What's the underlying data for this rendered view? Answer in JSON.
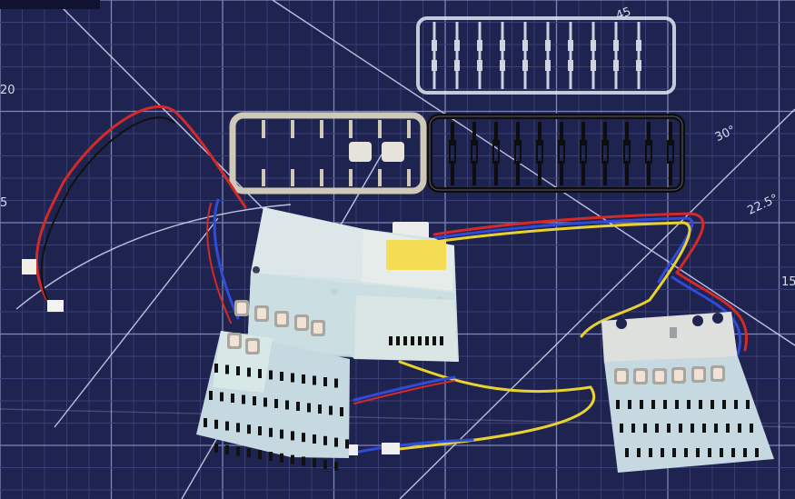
{
  "image": {
    "subject": "LED backlight sheets, wiring harnesses and plastic sprues on a cutting mat",
    "mat_color": "#1e2350"
  },
  "mat_markings": {
    "mark_20": "20",
    "mark_45": "45",
    "mark_30": "30°",
    "mark_225": "22.5°",
    "mark_15": "15",
    "mark_5": "5"
  },
  "colors": {
    "grid_minor": "#3a4178",
    "grid_major": "#7f86b8",
    "sprue_clear": "#dfe6f2",
    "sprue_grey": "#cfc9b8",
    "sprue_black": "#111111",
    "panel_blue": "#c9d8e3",
    "panel_mint": "#d7ece6",
    "yellow_pad": "#f4dd55",
    "wire_red": "#d22a2a",
    "wire_yellow": "#e8d230",
    "wire_blue": "#2f4bd8",
    "wire_black": "#111111"
  }
}
